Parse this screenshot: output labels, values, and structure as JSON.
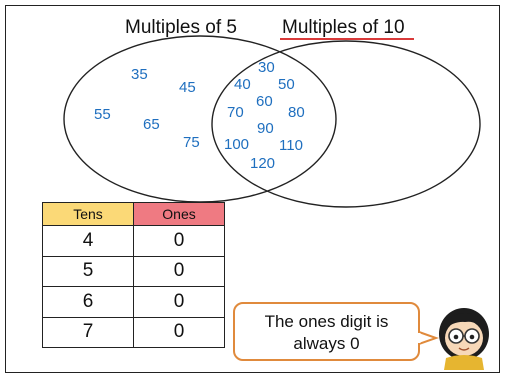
{
  "venn": {
    "left_title": "Multiples of 5",
    "right_title": "Multiples of 10",
    "left_only": [
      "35",
      "45",
      "55",
      "65",
      "75"
    ],
    "both": [
      "30",
      "40",
      "50",
      "60",
      "70",
      "80",
      "90",
      "100",
      "110",
      "120"
    ],
    "colors": {
      "numbers": "#1f6fbf",
      "underline": "#d93a3a",
      "outline": "#222222"
    }
  },
  "table": {
    "headers": [
      "Tens",
      "Ones"
    ],
    "header_colors": [
      "#fbd977",
      "#ef7a82"
    ],
    "rows": [
      [
        "4",
        "0"
      ],
      [
        "5",
        "0"
      ],
      [
        "6",
        "0"
      ],
      [
        "7",
        "0"
      ]
    ]
  },
  "callout": {
    "line1": "The ones digit is",
    "line2": "always 0",
    "border_color": "#e08a3c"
  },
  "character": {
    "icon": "girl-with-glasses-icon"
  }
}
